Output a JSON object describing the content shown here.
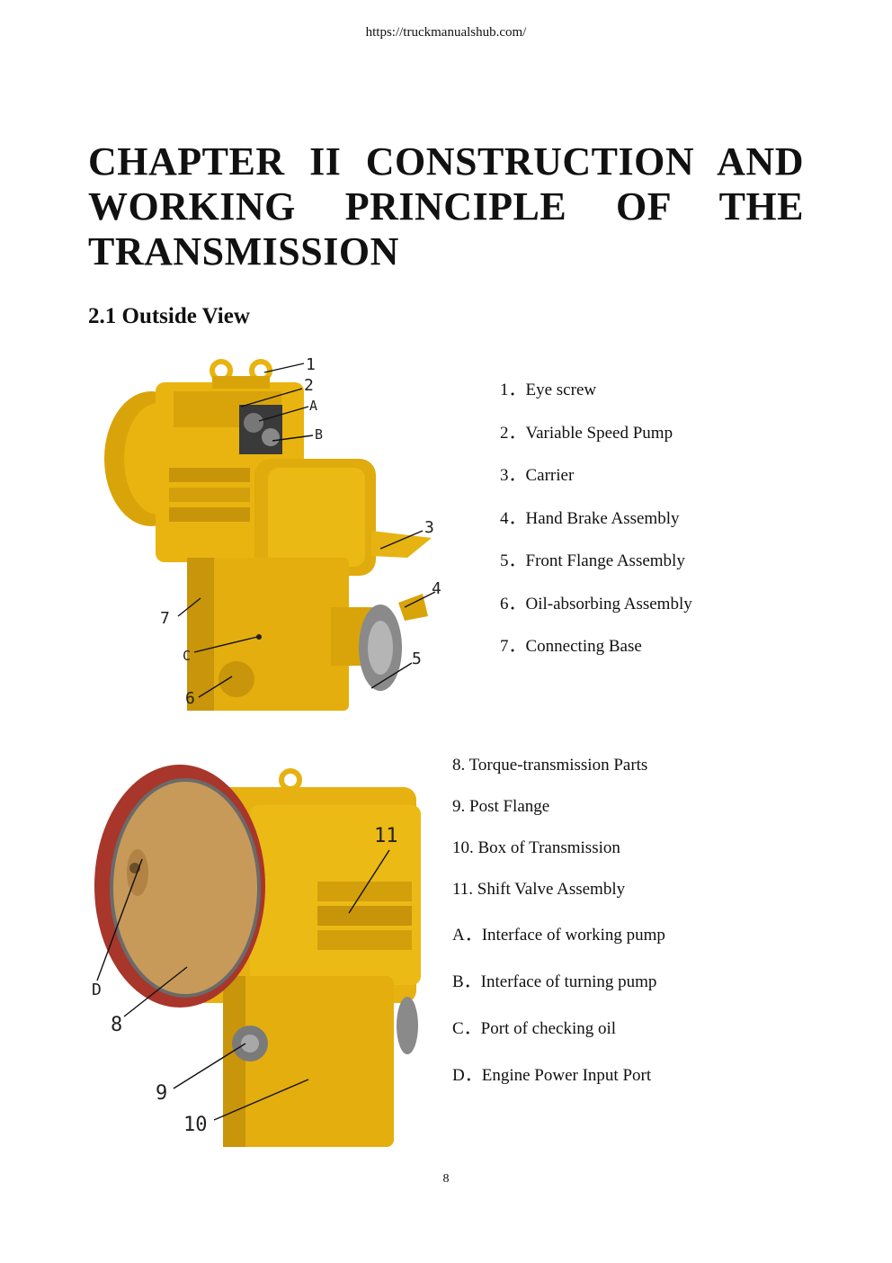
{
  "header": {
    "url": "https://truckmanualshub.com/"
  },
  "chapter": {
    "title": "CHAPTER II CONSTRUCTION AND WORKING PRINCIPLE OF THE TRANSMISSION"
  },
  "section": {
    "title": "2.1 Outside View"
  },
  "figure1": {
    "callouts": [
      "1",
      "2",
      "A",
      "B",
      "3",
      "4",
      "7",
      "C",
      "5",
      "6"
    ],
    "legend": [
      "1．Eye screw",
      "2．Variable Speed Pump",
      "3．Carrier",
      "4．Hand Brake Assembly",
      "5．Front Flange Assembly",
      "6．Oil-absorbing Assembly",
      "7．Connecting Base"
    ]
  },
  "figure2": {
    "callouts": [
      "11",
      "D",
      "8",
      "9",
      "10"
    ],
    "legend": [
      "8. Torque-transmission Parts",
      "9. Post Flange",
      "10. Box of Transmission",
      "11. Shift Valve Assembly",
      "A．Interface of working pump",
      "B．Interface of turning pump",
      "C．Port of checking oil",
      "D．Engine Power Input Port"
    ]
  },
  "footer": {
    "page_number": "8"
  },
  "colors": {
    "transmission_yellow": "#e9b40f",
    "shadow_yellow": "#b98a06",
    "flange_red": "#a8362a",
    "disc_bronze": "#c79a5a"
  }
}
